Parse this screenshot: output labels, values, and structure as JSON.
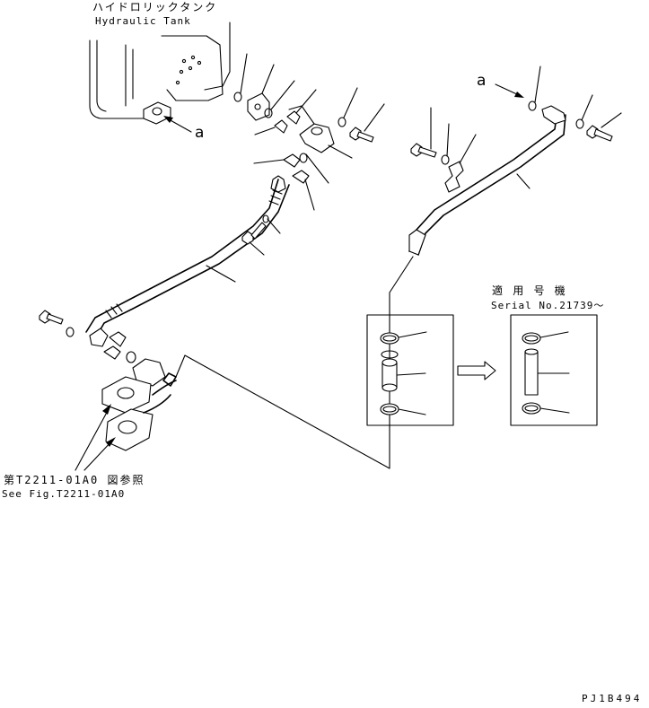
{
  "labels": {
    "tank_jp": "ハイドロリックタンク",
    "tank_en": "Hydraulic Tank",
    "ref_a_left": "a",
    "ref_a_right": "a",
    "serial_jp": "適 用 号 機",
    "serial_en": "Serial No.21739～",
    "see_fig_jp": "第T2211-01A0 図参照",
    "see_fig_en": "See Fig.T2211-01A0",
    "drawing_code": "PJ1B494"
  }
}
